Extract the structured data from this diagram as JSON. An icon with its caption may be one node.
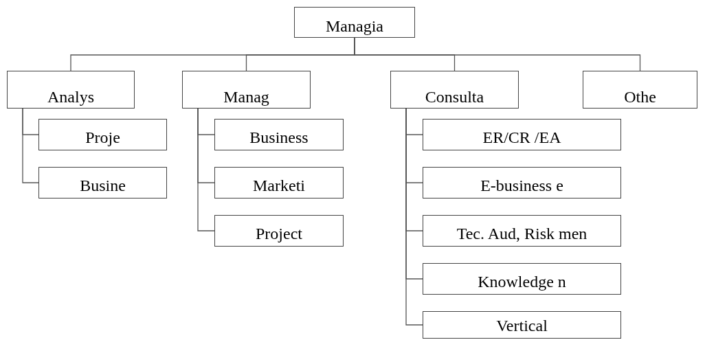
{
  "diagram": {
    "nodes": [
      {
        "text": [
          "Managia"
        ]
      },
      {
        "text": [
          "Analys"
        ]
      },
      {
        "text": [
          "Manag"
        ]
      },
      {
        "text": [
          "Consulta"
        ]
      },
      {
        "text": [
          "Othe"
        ]
      },
      {
        "text": [
          "Proje"
        ]
      },
      {
        "text": [
          "Busine"
        ]
      },
      {
        "text": [
          "Business"
        ]
      },
      {
        "text": [
          "Marketi"
        ]
      },
      {
        "text": [
          "Project"
        ]
      },
      {
        "text": [
          "ER/CR /EA"
        ]
      },
      {
        "text": [
          "E-business e"
        ]
      },
      {
        "text": [
          "Tec. Aud, Risk men"
        ]
      },
      {
        "text": [
          "Knowledge n"
        ]
      },
      {
        "text": [
          "Vertical"
        ]
      }
    ],
    "edges": [
      {
        "from": 0,
        "to": 1,
        "arrow": "none"
      },
      {
        "from": 0,
        "to": 2,
        "arrow": "none"
      },
      {
        "from": 0,
        "to": 3,
        "arrow": "none"
      },
      {
        "from": 0,
        "to": 4,
        "arrow": "none"
      },
      {
        "from": 1,
        "to": 5,
        "arrow": "none"
      },
      {
        "from": 1,
        "to": 6,
        "arrow": "none"
      },
      {
        "from": 2,
        "to": 7,
        "arrow": "none"
      },
      {
        "from": 2,
        "to": 8,
        "arrow": "none"
      },
      {
        "from": 2,
        "to": 9,
        "arrow": "none"
      },
      {
        "from": 3,
        "to": 10,
        "arrow": "none"
      },
      {
        "from": 3,
        "to": 11,
        "arrow": "none"
      },
      {
        "from": 3,
        "to": 12,
        "arrow": "none"
      },
      {
        "from": 3,
        "to": 13,
        "arrow": "none"
      },
      {
        "from": 3,
        "to": 14,
        "arrow": "none"
      }
    ]
  }
}
